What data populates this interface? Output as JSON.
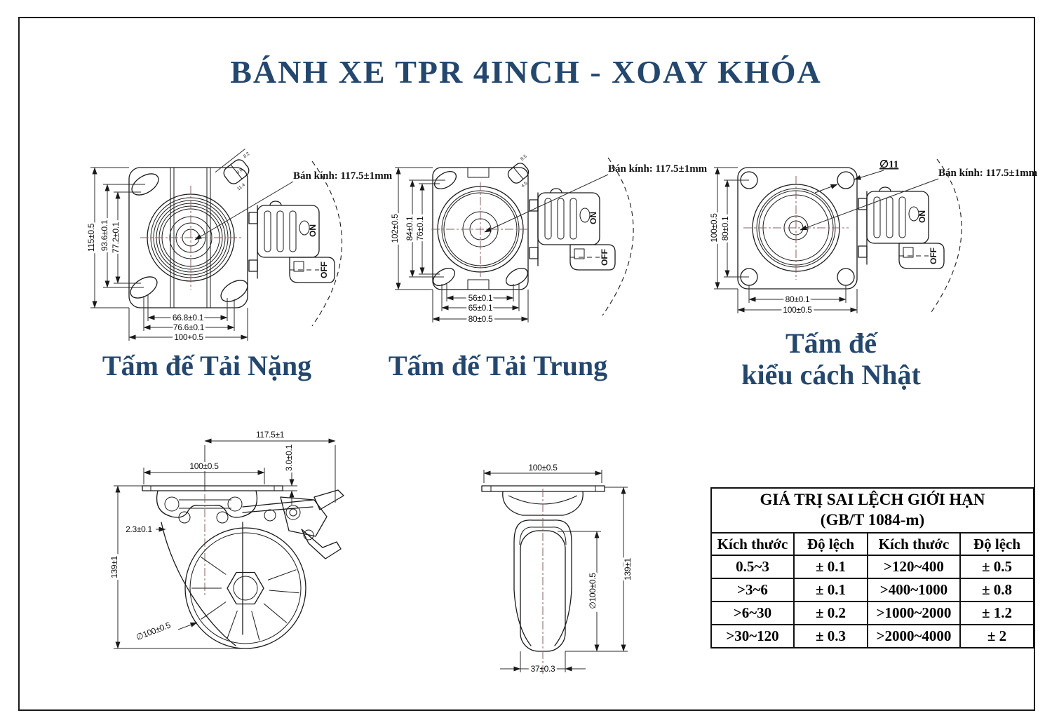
{
  "page": {
    "title": "BÁNH XE TPR 4INCH - XOAY KHÓA"
  },
  "captions": {
    "heavy": "Tấm đế Tải Nặng",
    "medium": "Tấm đế Tải Trung",
    "japan_line1": "Tấm đế",
    "japan_line2": "kiểu cách Nhật"
  },
  "annotations": {
    "radius_label": "Bán kính: 117.5±1mm",
    "hole_dia": "∅11",
    "brake_on": "ON",
    "brake_off": "OFF"
  },
  "drawing_heavy": {
    "dims": {
      "height": "115±0.5",
      "bolt_v1": "93.6±0.1",
      "bolt_v2": "77.2±0.1",
      "bolt_h1": "66.8±0.1",
      "bolt_h2": "76.6±0.1",
      "width": "100+0.5",
      "slot_a": "8.2",
      "slot_b": "9.6",
      "slot_c": "11.4"
    }
  },
  "drawing_medium": {
    "dims": {
      "height": "102±0.5",
      "bolt_v1": "84±0.1",
      "bolt_v2": "76±0.1",
      "bolt_h1": "56±0.1",
      "bolt_h2": "65±0.1",
      "width": "80±0.5",
      "slot_a": "8.5",
      "slot_b": "4.5"
    }
  },
  "drawing_japan": {
    "dims": {
      "height": "100±0.5",
      "bolt_v": "80±0.1",
      "bolt_h": "80±0.1",
      "width": "100±0.5"
    }
  },
  "side_view_brake": {
    "dims": {
      "swing_radius": "117.5±1",
      "plate": "100±0.5",
      "plate_thick": "3.0±0.1",
      "fork_thick": "2.3±0.1",
      "total_height": "139±1",
      "wheel_dia": "∅100±0.5"
    }
  },
  "side_view_plain": {
    "dims": {
      "plate": "100±0.5",
      "total_height": "139±1",
      "wheel_dia": "∅100±0.5",
      "wheel_width": "37±0.3"
    }
  },
  "table": {
    "title_line1": "GIÁ TRỊ SAI LỆCH GIỚI HẠN",
    "title_line2": "(GB/T 1084-m)",
    "headers": [
      "Kích thước",
      "Độ lệch",
      "Kích thước",
      "Độ lệch"
    ],
    "rows": [
      [
        "0.5~3",
        "± 0.1",
        ">120~400",
        "± 0.5"
      ],
      [
        ">3~6",
        "± 0.1",
        ">400~1000",
        "± 0.8"
      ],
      [
        ">6~30",
        "± 0.2",
        ">1000~2000",
        "± 1.2"
      ],
      [
        ">30~120",
        "± 0.3",
        ">2000~4000",
        "±  2"
      ]
    ]
  },
  "colors": {
    "accent": "#24476e",
    "line": "#1a1a1a",
    "centerline": "#8a5f5f"
  }
}
